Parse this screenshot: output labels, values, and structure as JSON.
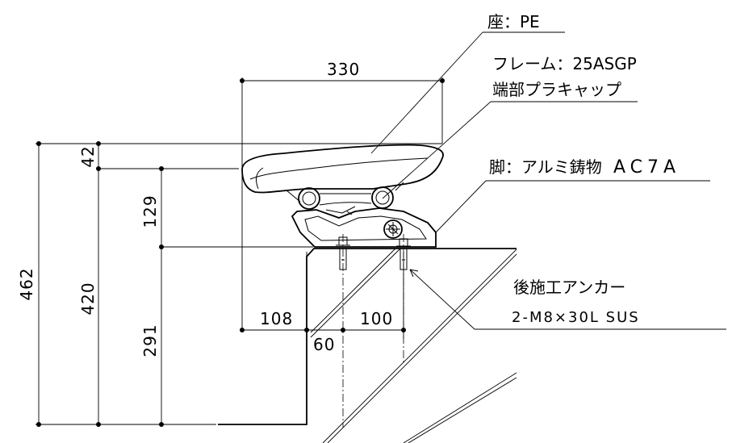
{
  "dimensions": {
    "width_330": "330",
    "overall_462": "462",
    "top_42": "42",
    "height_420": "420",
    "upper_129": "129",
    "lower_291": "291",
    "offset_108": "108",
    "spacing_100": "100",
    "offset_60": "60"
  },
  "labels": {
    "seat": "座：PE",
    "frame": "フレーム：25ASGP",
    "cap": "端部プラキャップ",
    "leg_prefix": "脚：アルミ鋳物",
    "leg_material": "AC7A",
    "anchor_title": "後施工アンカー",
    "anchor_spec": "2-M8×30L SUS"
  }
}
